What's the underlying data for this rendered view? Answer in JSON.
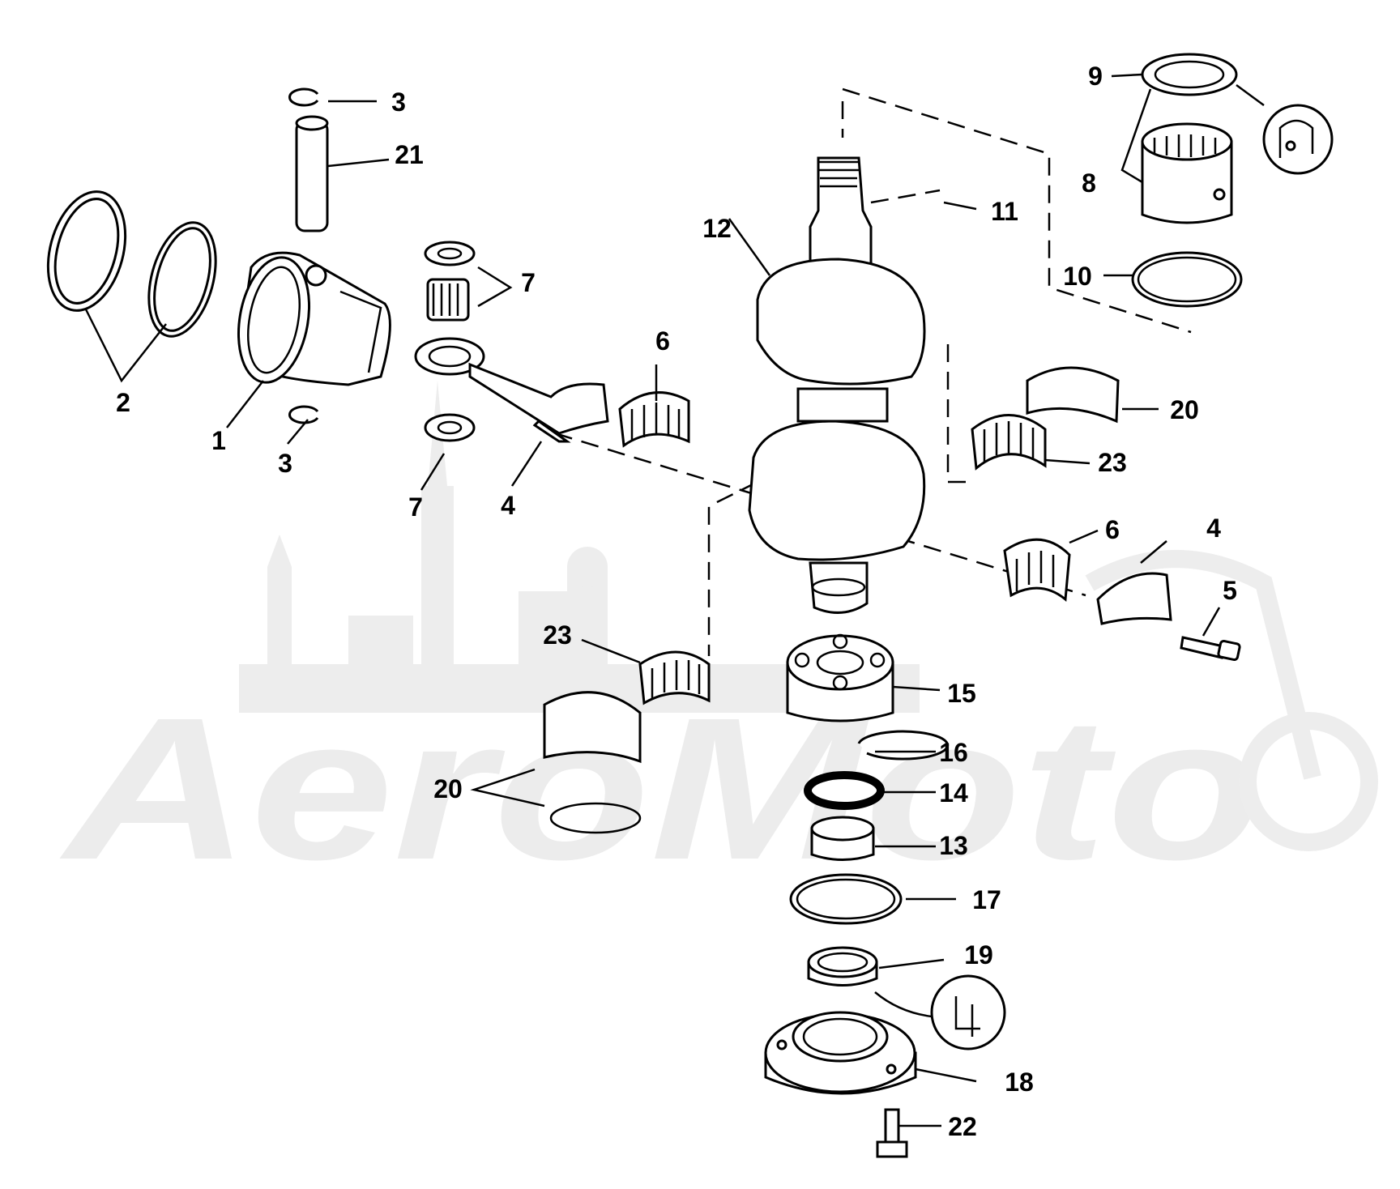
{
  "watermark": {
    "text": "AeroMoto"
  },
  "callouts": [
    {
      "id": "c1",
      "label": "1"
    },
    {
      "id": "c2",
      "label": "2"
    },
    {
      "id": "c3a",
      "label": "3"
    },
    {
      "id": "c3b",
      "label": "3"
    },
    {
      "id": "c4a",
      "label": "4"
    },
    {
      "id": "c4b",
      "label": "4"
    },
    {
      "id": "c5",
      "label": "5"
    },
    {
      "id": "c6a",
      "label": "6"
    },
    {
      "id": "c6b",
      "label": "6"
    },
    {
      "id": "c7a",
      "label": "7"
    },
    {
      "id": "c7b",
      "label": "7"
    },
    {
      "id": "c8",
      "label": "8"
    },
    {
      "id": "c9",
      "label": "9"
    },
    {
      "id": "c10",
      "label": "10"
    },
    {
      "id": "c11",
      "label": "11"
    },
    {
      "id": "c12",
      "label": "12"
    },
    {
      "id": "c13",
      "label": "13"
    },
    {
      "id": "c14",
      "label": "14"
    },
    {
      "id": "c15",
      "label": "15"
    },
    {
      "id": "c16",
      "label": "16"
    },
    {
      "id": "c17",
      "label": "17"
    },
    {
      "id": "c18",
      "label": "18"
    },
    {
      "id": "c19",
      "label": "19"
    },
    {
      "id": "c20a",
      "label": "20"
    },
    {
      "id": "c20b",
      "label": "20"
    },
    {
      "id": "c21",
      "label": "21"
    },
    {
      "id": "c22",
      "label": "22"
    },
    {
      "id": "c23a",
      "label": "23"
    },
    {
      "id": "c23b",
      "label": "23"
    }
  ]
}
